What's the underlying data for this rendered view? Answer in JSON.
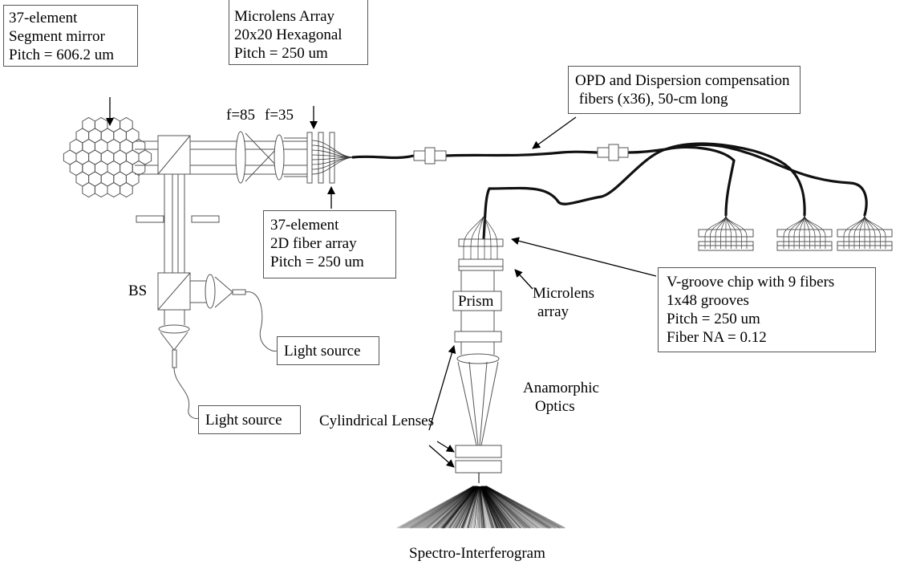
{
  "boxes": {
    "segment_mirror": [
      "37-element",
      "Segment mirror",
      "Pitch = 606.2 um"
    ],
    "microlens_array": [
      "Microlens Array",
      "20x20 Hexagonal",
      "Pitch = 250 um"
    ],
    "opd": [
      "OPD and Dispersion compensation",
      " fibers (x36), 50-cm long"
    ],
    "fiber_array": [
      "37-element",
      "2D fiber array",
      "Pitch = 250 um"
    ],
    "vgroove": [
      "V-groove chip with 9 fibers",
      "1x48 grooves",
      "Pitch = 250 um",
      "Fiber NA = 0.12"
    ],
    "light_source_1": "Light source",
    "light_source_2": "Light source"
  },
  "labels": {
    "f85": "f=85",
    "f35": "f=35",
    "bs": "BS",
    "prism": "Prism",
    "microlens_line1": "Microlens",
    "microlens_line2": "array",
    "cylindrical": "Cylindrical Lenses",
    "anamorphic_line1": "Anamorphic",
    "anamorphic_line2": "Optics",
    "interferogram": "Spectro-Interferogram"
  }
}
